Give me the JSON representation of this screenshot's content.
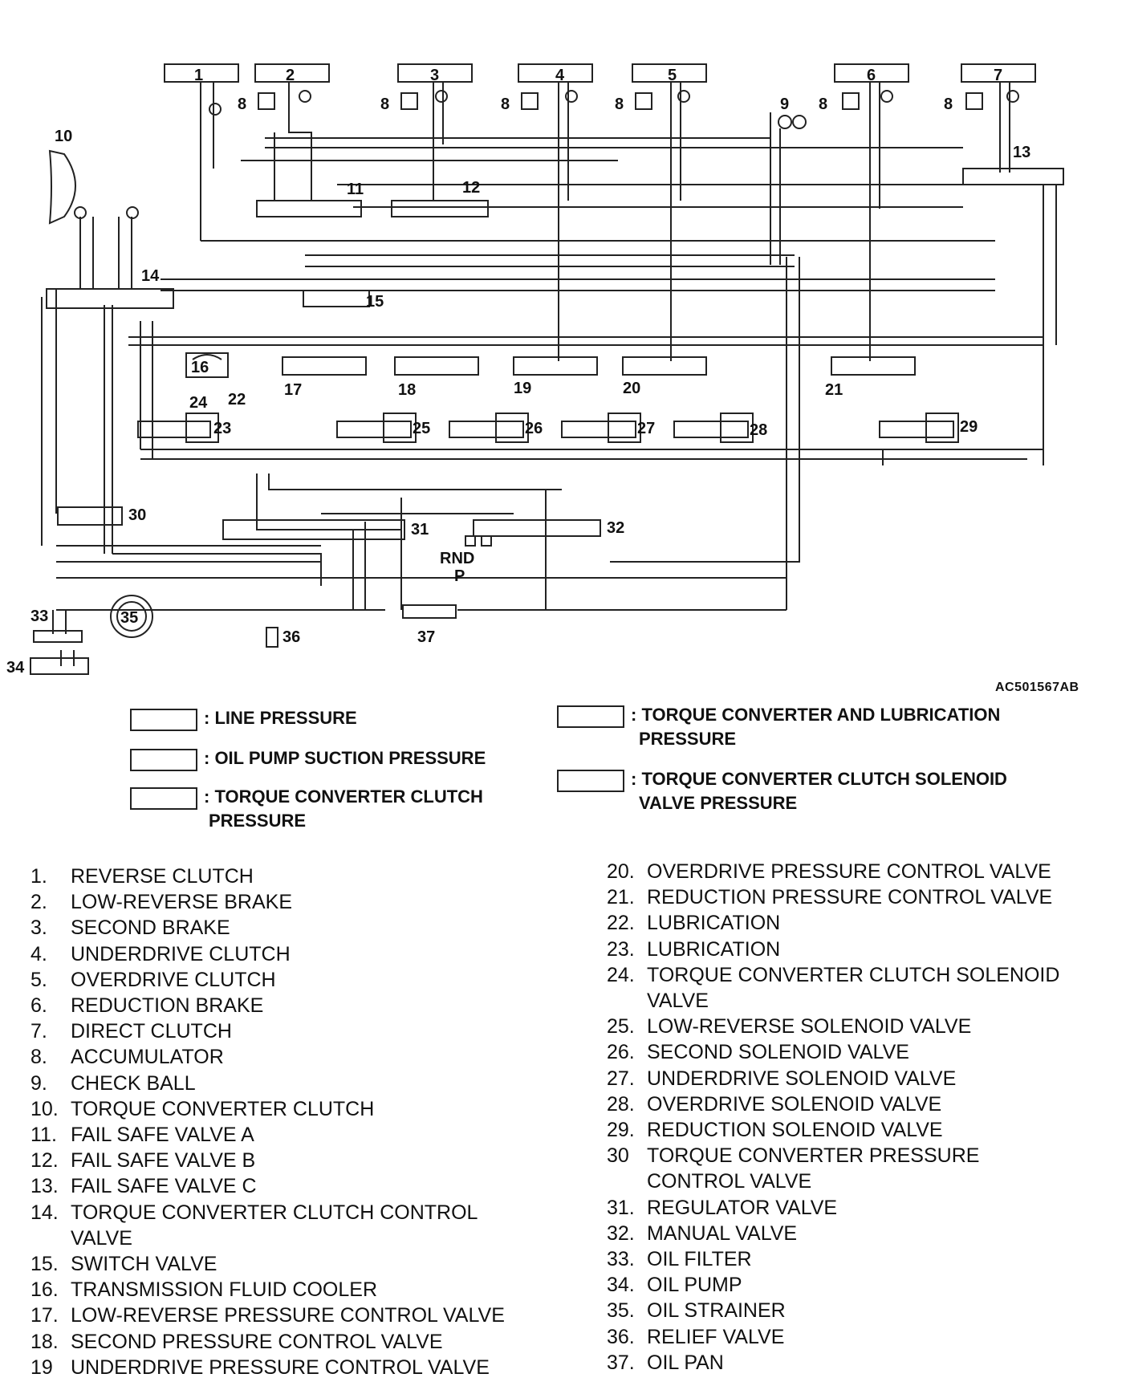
{
  "figure_code": "AC501567AB",
  "diagram": {
    "clutch_numbers": [
      "1",
      "2",
      "3",
      "4",
      "5",
      "6",
      "7"
    ],
    "component_labels": {
      "accumulator": "8",
      "check_ball": "9",
      "torque_converter_clutch": "10",
      "fail_safe_a": "11",
      "fail_safe_b": "12",
      "fail_safe_c": "13",
      "tcc_control_valve": "14",
      "switch_valve": "15",
      "fluid_cooler": "16",
      "lr_pcv": "17",
      "second_pcv": "18",
      "ud_pcv": "19",
      "od_pcv": "20",
      "red_pcv": "21",
      "lub22": "22",
      "lub23": "23",
      "tcc_solenoid": "24",
      "lr_solenoid": "25",
      "second_solenoid": "26",
      "ud_solenoid": "27",
      "od_solenoid": "28",
      "red_solenoid": "29",
      "tc_pcv": "30",
      "regulator": "31",
      "manual": "32",
      "filter": "33",
      "pump": "34",
      "strainer": "35",
      "relief": "36",
      "pan": "37"
    },
    "manual_positions_line1": "RND",
    "manual_positions_line2": "P"
  },
  "key": [
    {
      "line1": ": LINE PRESSURE",
      "line2": ""
    },
    {
      "line1": ": OIL PUMP SUCTION PRESSURE",
      "line2": ""
    },
    {
      "line1": ": TORQUE CONVERTER CLUTCH",
      "line2": "PRESSURE"
    },
    {
      "line1": ": TORQUE CONVERTER AND LUBRICATION",
      "line2": "PRESSURE"
    },
    {
      "line1": ": TORQUE CONVERTER CLUTCH SOLENOID",
      "line2": "VALVE PRESSURE"
    }
  ],
  "legend_left": [
    {
      "n": "1.",
      "t": "REVERSE CLUTCH"
    },
    {
      "n": "2.",
      "t": "LOW-REVERSE BRAKE"
    },
    {
      "n": "3.",
      "t": "SECOND BRAKE"
    },
    {
      "n": "4.",
      "t": "UNDERDRIVE CLUTCH"
    },
    {
      "n": "5.",
      "t": "OVERDRIVE CLUTCH"
    },
    {
      "n": "6.",
      "t": "REDUCTION BRAKE"
    },
    {
      "n": "7.",
      "t": "DIRECT CLUTCH"
    },
    {
      "n": "8.",
      "t": "ACCUMULATOR"
    },
    {
      "n": "9.",
      "t": "CHECK BALL"
    },
    {
      "n": "10.",
      "t": "TORQUE CONVERTER CLUTCH"
    },
    {
      "n": "11.",
      "t": "FAIL SAFE VALVE A"
    },
    {
      "n": "12.",
      "t": "FAIL SAFE VALVE B"
    },
    {
      "n": "13.",
      "t": "FAIL SAFE VALVE C"
    },
    {
      "n": "14.",
      "t": "TORQUE CONVERTER CLUTCH CONTROL"
    },
    {
      "n": "",
      "t": "VALVE"
    },
    {
      "n": "15.",
      "t": "SWITCH VALVE"
    },
    {
      "n": "16.",
      "t": "TRANSMISSION FLUID COOLER"
    },
    {
      "n": "17.",
      "t": "LOW-REVERSE PRESSURE CONTROL VALVE"
    },
    {
      "n": "18.",
      "t": "SECOND PRESSURE CONTROL VALVE"
    },
    {
      "n": "19",
      "t": "UNDERDRIVE PRESSURE CONTROL VALVE"
    }
  ],
  "legend_right": [
    {
      "n": "20.",
      "t": "OVERDRIVE PRESSURE CONTROL VALVE"
    },
    {
      "n": "21.",
      "t": "REDUCTION PRESSURE CONTROL VALVE"
    },
    {
      "n": "22.",
      "t": "LUBRICATION"
    },
    {
      "n": "23.",
      "t": "LUBRICATION"
    },
    {
      "n": "24.",
      "t": "TORQUE CONVERTER CLUTCH SOLENOID"
    },
    {
      "n": "",
      "t": "VALVE"
    },
    {
      "n": "25.",
      "t": "LOW-REVERSE SOLENOID VALVE"
    },
    {
      "n": "26.",
      "t": "SECOND SOLENOID VALVE"
    },
    {
      "n": "27.",
      "t": "UNDERDRIVE SOLENOID VALVE"
    },
    {
      "n": "28.",
      "t": "OVERDRIVE SOLENOID VALVE"
    },
    {
      "n": "29.",
      "t": "REDUCTION SOLENOID VALVE"
    },
    {
      "n": "30",
      "t": "TORQUE CONVERTER PRESSURE"
    },
    {
      "n": "",
      "t": "CONTROL VALVE"
    },
    {
      "n": "31.",
      "t": "REGULATOR VALVE"
    },
    {
      "n": "32.",
      "t": "MANUAL VALVE"
    },
    {
      "n": "33.",
      "t": "OIL FILTER"
    },
    {
      "n": "34.",
      "t": "OIL PUMP"
    },
    {
      "n": "35.",
      "t": "OIL STRAINER"
    },
    {
      "n": "36.",
      "t": "RELIEF VALVE"
    },
    {
      "n": "37.",
      "t": "OIL PAN"
    }
  ]
}
